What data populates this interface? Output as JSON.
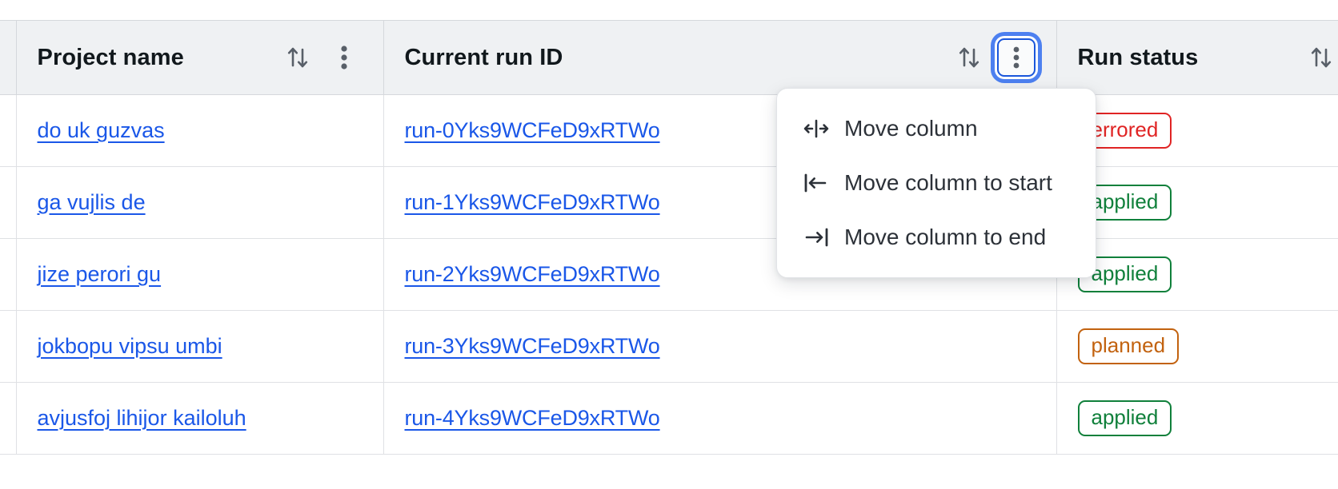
{
  "table": {
    "columns": [
      {
        "key": "project_name",
        "label": "Project name",
        "sort_icon": "sort-updown-icon",
        "menu_icon": "kebab-menu-icon",
        "has_menu": true,
        "menu_focused": false
      },
      {
        "key": "current_run_id",
        "label": "Current run ID",
        "sort_icon": "sort-updown-icon",
        "menu_icon": "kebab-menu-icon",
        "has_menu": true,
        "menu_focused": true
      },
      {
        "key": "run_status",
        "label": "Run status",
        "sort_icon": "sort-updown-icon",
        "has_menu": false,
        "menu_focused": false
      }
    ],
    "rows": [
      {
        "project_name": "do uk guzvas",
        "current_run_id": "run-0Yks9WCFeD9xRTWo",
        "run_status": "errored",
        "status_variant": "errored"
      },
      {
        "project_name": "ga vujlis de",
        "current_run_id": "run-1Yks9WCFeD9xRTWo",
        "run_status": "applied",
        "status_variant": "applied"
      },
      {
        "project_name": "jize perori gu",
        "current_run_id": "run-2Yks9WCFeD9xRTWo",
        "run_status": "applied",
        "status_variant": "applied"
      },
      {
        "project_name": "jokbopu vipsu umbi",
        "current_run_id": "run-3Yks9WCFeD9xRTWo",
        "run_status": "planned",
        "status_variant": "planned"
      },
      {
        "project_name": "avjusfoj lihijor kailoluh",
        "current_run_id": "run-4Yks9WCFeD9xRTWo",
        "run_status": "applied",
        "status_variant": "applied"
      }
    ]
  },
  "column_menu": {
    "open_for_column": "Current run ID",
    "items": [
      {
        "label": "Move column",
        "icon": "move-column-icon"
      },
      {
        "label": "Move column to start",
        "icon": "move-to-start-icon"
      },
      {
        "label": "Move column to end",
        "icon": "move-to-end-icon"
      }
    ]
  },
  "colors": {
    "link": "#1a57e8",
    "header_bg": "#eff1f3",
    "border": "#dfe1e4",
    "focus_ring": "#4d80f0",
    "status_errored": "#e02424",
    "status_applied": "#10803b",
    "status_planned": "#c2620f"
  }
}
